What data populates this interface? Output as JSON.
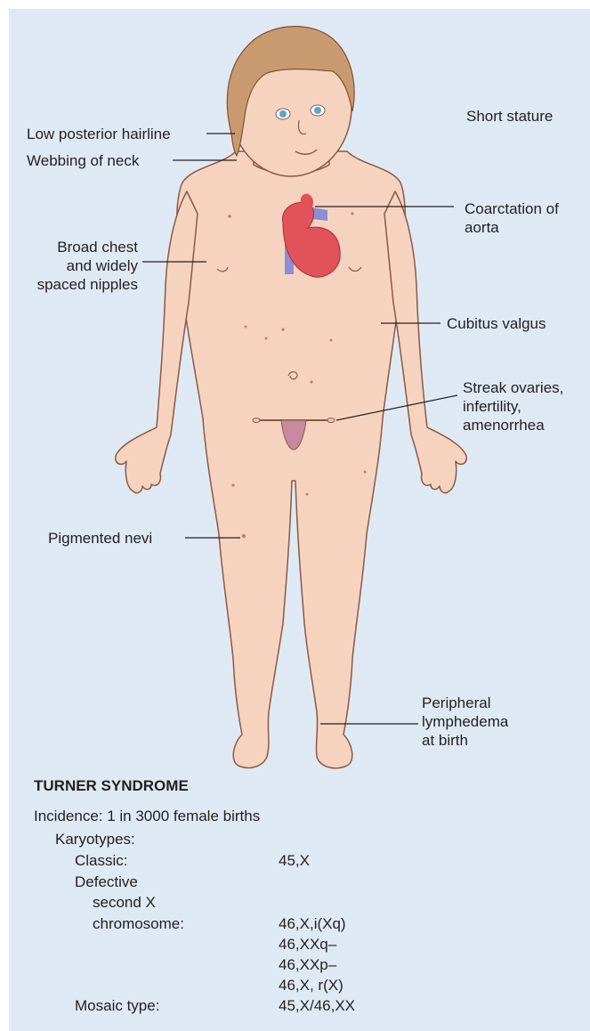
{
  "labels": {
    "low_hairline": "Low posterior hairline",
    "webbing_neck": "Webbing of neck",
    "short_stature": "Short stature",
    "coarctation": [
      "Coarctation of",
      "aorta"
    ],
    "broad_chest": [
      "Broad chest",
      "and widely",
      "spaced nipples"
    ],
    "cubitus_valgus": "Cubitus valgus",
    "streak_ovaries": [
      "Streak ovaries,",
      "infertility,",
      "amenorrhea"
    ],
    "pigmented_nevi": "Pigmented nevi",
    "lymphedema": [
      "Peripheral",
      "lymphedema",
      "at birth"
    ]
  },
  "info": {
    "title": "TURNER SYNDROME",
    "incidence": "Incidence: 1 in 3000 female births",
    "karyotypes": "Karyotypes:",
    "classic": "Classic:",
    "classic_value": "45,X",
    "defective": [
      "Defective",
      "second X",
      "chromosome:"
    ],
    "defective_values": [
      "46,X,i(Xq)",
      "46,XXq–",
      "46,XXp–",
      "46,X, r(X)"
    ],
    "mosaic": "Mosaic type:",
    "mosaic_value": "45,X/46,XX"
  },
  "colors": {
    "background": "#dfe9f4",
    "skin": "#f6d3bf",
    "skin_outline": "#8a5a45",
    "hair": "#c99a70",
    "heart": "#e2525a",
    "vessel_blue": "#8a8fd6",
    "uterus": "#c88aa0"
  }
}
